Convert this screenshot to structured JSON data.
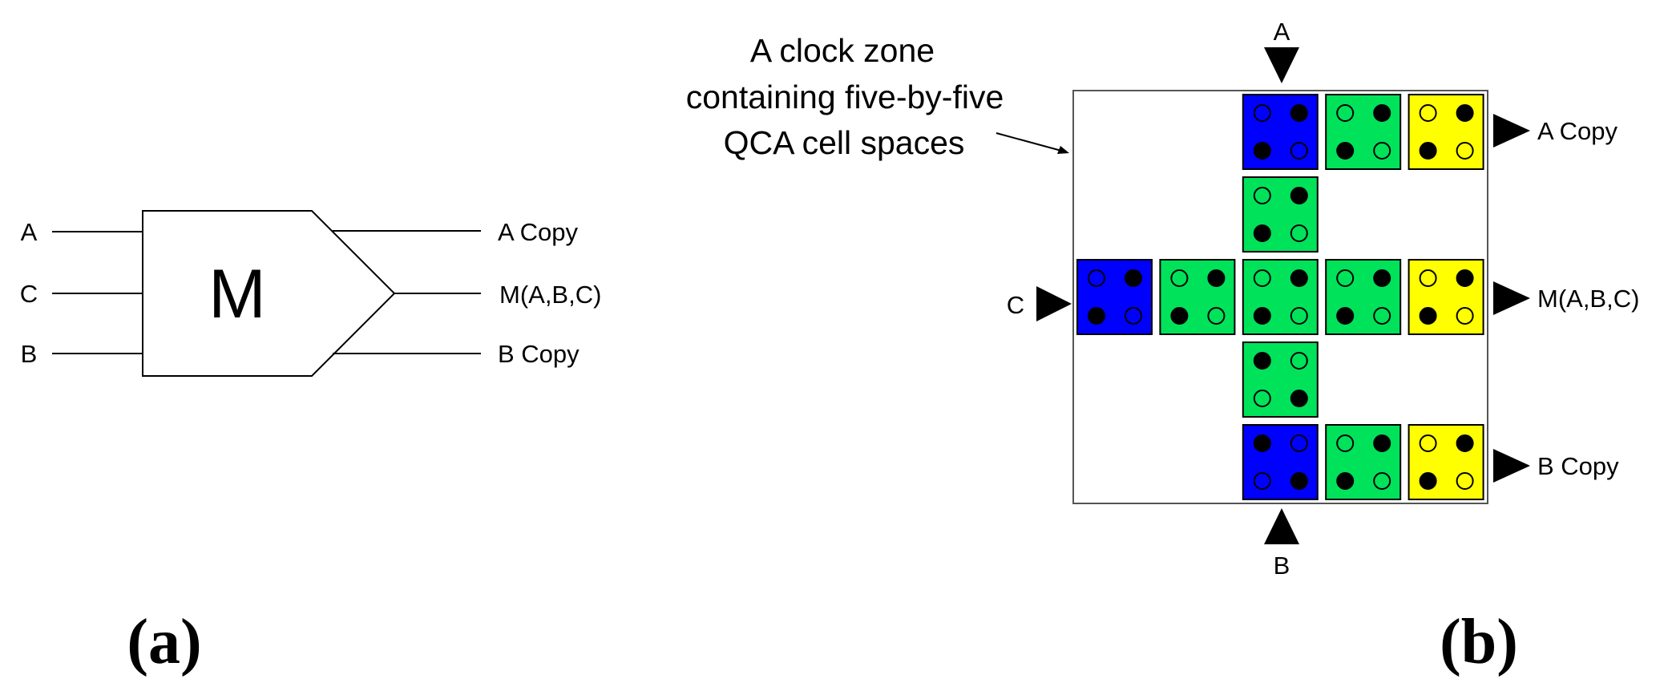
{
  "panel_a": {
    "caption": "(a)",
    "gate_symbol": "M",
    "inputs": [
      "A",
      "C",
      "B"
    ],
    "outputs": [
      "A Copy",
      "M(A,B,C)",
      "B Copy"
    ]
  },
  "panel_b": {
    "caption": "(b)",
    "annotation": {
      "lines": [
        "A clock zone",
        "containing five-by-five",
        "QCA cell spaces"
      ]
    },
    "grid": {
      "rows": 5,
      "cols": 5
    },
    "port_labels": {
      "top": "A",
      "left": "C",
      "bottom": "B",
      "right_top": "A Copy",
      "right_middle": "M(A,B,C)",
      "right_bottom": "B Copy"
    },
    "colors": {
      "input": "#0000ff",
      "device": "#00e25a",
      "output": "#ffff00"
    },
    "cells": [
      {
        "row": 0,
        "col": 2,
        "type": "input",
        "dots": [
          "open",
          "filled",
          "filled",
          "open"
        ]
      },
      {
        "row": 0,
        "col": 3,
        "type": "device",
        "dots": [
          "open",
          "filled",
          "filled",
          "open"
        ]
      },
      {
        "row": 0,
        "col": 4,
        "type": "output",
        "dots": [
          "open",
          "filled",
          "filled",
          "open"
        ]
      },
      {
        "row": 1,
        "col": 2,
        "type": "device",
        "dots": [
          "open",
          "filled",
          "filled",
          "open"
        ]
      },
      {
        "row": 2,
        "col": 0,
        "type": "input",
        "dots": [
          "open",
          "filled",
          "filled",
          "open"
        ]
      },
      {
        "row": 2,
        "col": 1,
        "type": "device",
        "dots": [
          "open",
          "filled",
          "filled",
          "open"
        ]
      },
      {
        "row": 2,
        "col": 2,
        "type": "device",
        "dots": [
          "open",
          "filled",
          "filled",
          "open"
        ]
      },
      {
        "row": 2,
        "col": 3,
        "type": "device",
        "dots": [
          "open",
          "filled",
          "filled",
          "open"
        ]
      },
      {
        "row": 2,
        "col": 4,
        "type": "output",
        "dots": [
          "open",
          "filled",
          "filled",
          "open"
        ]
      },
      {
        "row": 3,
        "col": 2,
        "type": "device",
        "dots": [
          "filled",
          "open",
          "open",
          "filled"
        ]
      },
      {
        "row": 4,
        "col": 2,
        "type": "input",
        "dots": [
          "filled",
          "open",
          "open",
          "filled"
        ]
      },
      {
        "row": 4,
        "col": 3,
        "type": "device",
        "dots": [
          "open",
          "filled",
          "filled",
          "open"
        ]
      },
      {
        "row": 4,
        "col": 4,
        "type": "output",
        "dots": [
          "open",
          "filled",
          "filled",
          "open"
        ]
      }
    ]
  }
}
